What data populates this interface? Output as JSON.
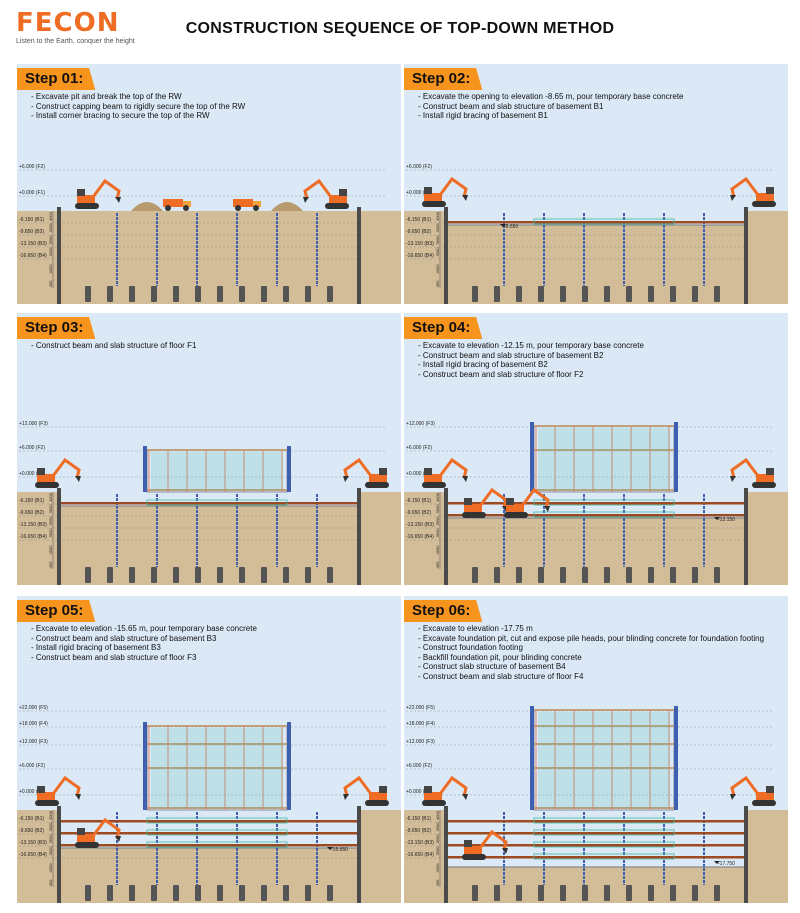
{
  "brand": {
    "name": "FECON",
    "tagline": "Listen to the Earth, conquer the height",
    "color": "#ef6c25"
  },
  "title": "CONSTRUCTION SEQUENCE OF TOP-DOWN  METHOD",
  "colors": {
    "sky": "#dbe9f6",
    "soil": "#d3bc98",
    "wall": "#4a4a4a",
    "column": "#3f5fb0",
    "rebar": "#e0856a",
    "slab": "#bfa27c",
    "bracing": "#9b4a22",
    "cage": "#42b8a0",
    "badge": "#f7941d",
    "machine": "#ef6c25"
  },
  "levels": [
    {
      "label": "+22.000 (F5)"
    },
    {
      "label": "+18.000 (F4)"
    },
    {
      "label": "+12.000 (F3)"
    },
    {
      "label": "+6.000 (F2)"
    },
    {
      "label": "+0.000 (F1)"
    },
    {
      "label": "-6.150 (B1)"
    },
    {
      "label": "-9.650 (B2)"
    },
    {
      "label": "-13.150 (B3)"
    },
    {
      "label": "-16.650 (B4)"
    }
  ],
  "dims": [
    "4000",
    "3500",
    "3500",
    "3500",
    "4500",
    "450"
  ],
  "steps": [
    {
      "label": "Step 01:",
      "notes": [
        "- Excavate pit and break the top of the RW",
        "- Construct capping beam to rigidly secure the top of the RW",
        "- Install corner bracing to secure the top of the RW"
      ],
      "elev": ""
    },
    {
      "label": "Step 02:",
      "notes": [
        "- Excavate the opening to elevation -8.65 m, pour temporary base concrete",
        "- Construct beam and slab structure of basement B1",
        "- Install rigid bracing of basement B1"
      ],
      "elev": "-8.650"
    },
    {
      "label": "Step 03:",
      "notes": [
        "- Construct beam and slab structure of floor F1"
      ],
      "elev": ""
    },
    {
      "label": "Step 04:",
      "notes": [
        "- Excavate to elevation -12.15 m, pour temporary base concrete",
        "- Construct beam and slab structure of basement B2",
        "- Install rigid bracing of basement B2",
        "- Construct beam and slab structure of floor F2"
      ],
      "elev": "-12.150"
    },
    {
      "label": "Step 05:",
      "notes": [
        "- Excavate to elevation -15.65 m,  pour temporary base concrete",
        "- Construct beam and slab structure of basement B3",
        "- Install rigid bracing of basement B3",
        "- Construct beam and slab structure of floor F3"
      ],
      "elev": "-15.650"
    },
    {
      "label": "Step 06:",
      "notes": [
        "- Excavate to elevation -17.75 m",
        "- Excavate foundation pit, cut and expose pile heads, pour blinding concrete for foundation footing",
        "- Construct foundation footing",
        "- Backfill foundation pit, pour blinding concrete",
        "- Construct slab structure of basement B4",
        "- Construct beam and slab structure of floor F4"
      ],
      "elev": "-17.750"
    }
  ]
}
